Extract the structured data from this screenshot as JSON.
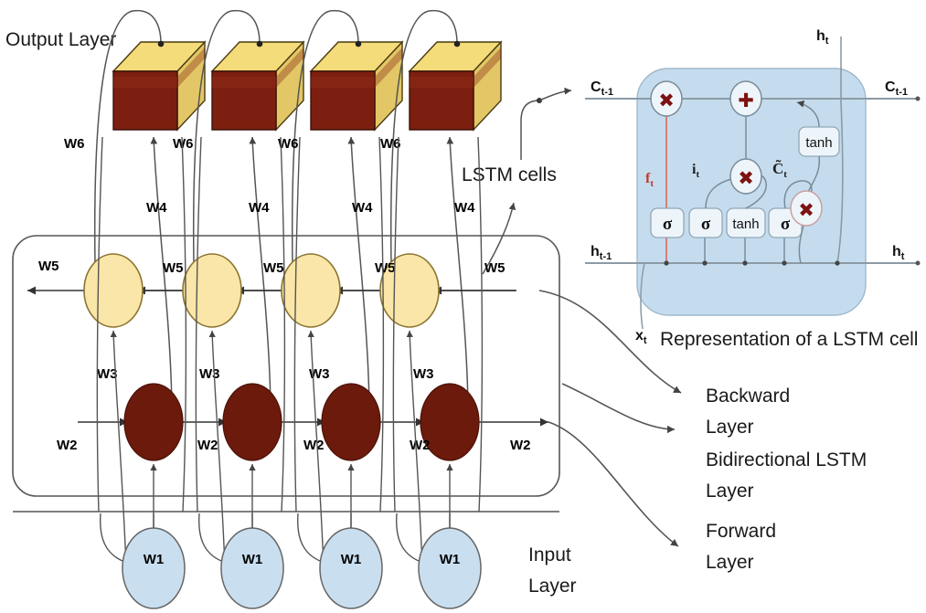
{
  "diagram": {
    "title_labels": {
      "output_layer": "Output Layer",
      "input_layer_line1": "Input",
      "input_layer_line2": "Layer",
      "lstm_cells": "LSTM cells",
      "representation": "Representation of a LSTM cell"
    },
    "annotations": [
      {
        "id": "backward",
        "line1": "Backward",
        "line2": "Layer"
      },
      {
        "id": "bidirectional",
        "line1": "Bidirectional LSTM",
        "line2": "Layer"
      },
      {
        "id": "forward",
        "line1": "Forward",
        "line2": "Layer"
      }
    ],
    "weights": {
      "w1": "W1",
      "w2": "W2",
      "w3": "W3",
      "w4": "W4",
      "w5": "W5",
      "w6": "W6"
    },
    "weight_rows": {
      "w6_labels": [
        "W6",
        "W6",
        "W6",
        "W6"
      ],
      "w4_labels": [
        "W4",
        "W4",
        "W4",
        "W4"
      ],
      "w5_labels": [
        "W5",
        "W5",
        "W5",
        "W5",
        "W5"
      ],
      "w3_labels": [
        "W3",
        "W3",
        "W3",
        "W3"
      ],
      "w2_labels": [
        "W2",
        "W2",
        "W2",
        "W2",
        "W2"
      ],
      "w1_labels": [
        "W1",
        "W1",
        "W1",
        "W1"
      ]
    },
    "timesteps": 4,
    "colors": {
      "cube_front": "#7d1f10",
      "cube_top": "#f5dc7a",
      "cube_side": "#e3c766",
      "backward_cell": "#fae6a8",
      "forward_cell": "#6b1a0c",
      "input_cell": "#c9dff0",
      "lstm_panel": "#c5dcee",
      "gate_x": "#7d1212",
      "forget_line": "#d86a5a",
      "stroke": "#555555"
    }
  },
  "lstm_cell": {
    "io_labels": {
      "c_in": "C",
      "c_in_sub": "t-1",
      "c_out": "C",
      "c_out_sub": "t-1",
      "h_in": "h",
      "h_in_sub": "t-1",
      "h_out": "h",
      "h_out_sub": "t",
      "h_top": "h",
      "h_top_sub": "t",
      "x_in": "x",
      "x_in_sub": "t"
    },
    "gate_labels": {
      "forget": "f",
      "forget_sub": "t",
      "input": "i",
      "input_sub": "t",
      "candidate": "C̃",
      "candidate_sub": "t"
    },
    "activation_boxes": [
      "σ",
      "σ",
      "tanh",
      "σ"
    ],
    "tanh_box": "tanh",
    "operators": {
      "multiply": "✖",
      "add": "✚"
    }
  }
}
